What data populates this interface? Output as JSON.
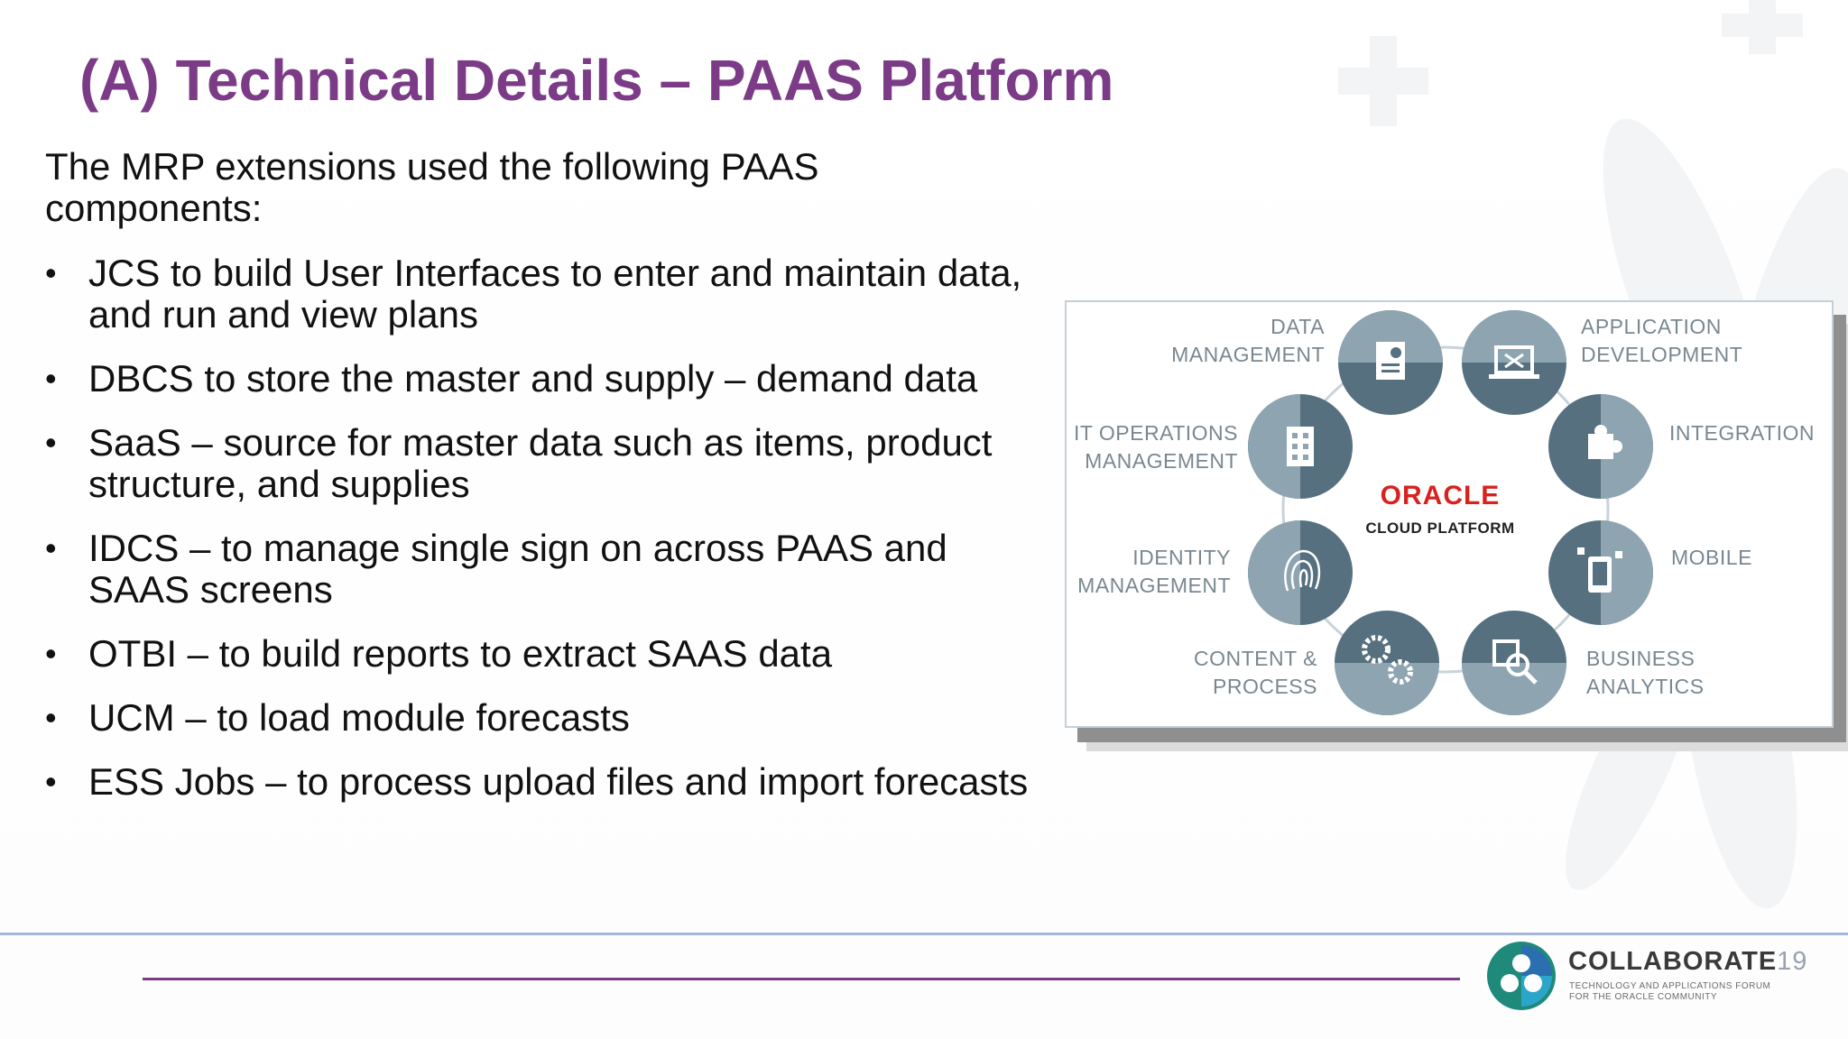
{
  "title": "(A) Technical Details – PAAS Platform",
  "intro": "The MRP extensions used the following PAAS components:",
  "bullets": [
    "JCS to build User Interfaces to enter and maintain data, and run and view plans",
    "DBCS  to store the master and supply – demand data",
    "SaaS – source for master data such as items, product structure, and supplies",
    "IDCS – to manage single sign on across PAAS and SAAS screens",
    "OTBI – to build reports to extract SAAS data",
    "UCM – to load module forecasts",
    "ESS Jobs – to process upload files and import forecasts"
  ],
  "diagram": {
    "brand": "ORACLE",
    "subtitle": "CLOUD PLATFORM",
    "segments": [
      {
        "label1": "DATA",
        "label2": "MANAGEMENT",
        "icon": "document-chart-icon"
      },
      {
        "label1": "APPLICATION",
        "label2": "DEVELOPMENT",
        "icon": "laptop-code-icon"
      },
      {
        "label1": "INTEGRATION",
        "label2": "",
        "icon": "puzzle-icon"
      },
      {
        "label1": "MOBILE",
        "label2": "",
        "icon": "mobile-device-icon"
      },
      {
        "label1": "BUSINESS",
        "label2": "ANALYTICS",
        "icon": "magnifier-chart-icon"
      },
      {
        "label1": "CONTENT &",
        "label2": "PROCESS",
        "icon": "gears-icon"
      },
      {
        "label1": "IDENTITY",
        "label2": "MANAGEMENT",
        "icon": "fingerprint-icon"
      },
      {
        "label1": "IT OPERATIONS",
        "label2": "MANAGEMENT",
        "icon": "building-icon"
      }
    ]
  },
  "footer": {
    "brand": "COLLABORATE",
    "year": "19",
    "tagline1": "TECHNOLOGY AND APPLICATIONS FORUM",
    "tagline2": "FOR THE ORACLE COMMUNITY"
  },
  "colors": {
    "title": "#7b3b86",
    "oracle_red": "#d9221f",
    "circle_dark": "#56707f",
    "circle_light": "#8ea5b1"
  }
}
